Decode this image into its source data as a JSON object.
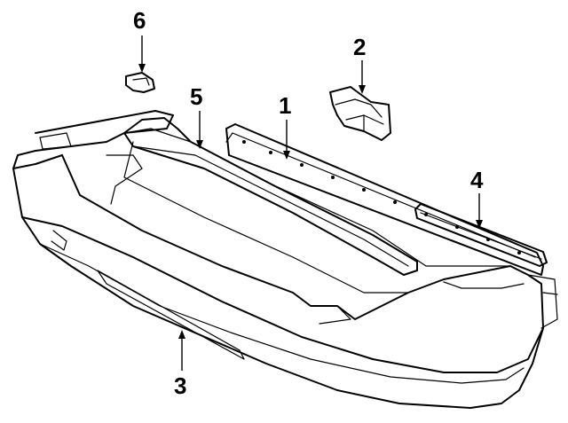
{
  "diagram": {
    "callouts": [
      {
        "id": "1",
        "label": "1"
      },
      {
        "id": "2",
        "label": "2"
      },
      {
        "id": "3",
        "label": "3"
      },
      {
        "id": "4",
        "label": "4"
      },
      {
        "id": "5",
        "label": "5"
      },
      {
        "id": "6",
        "label": "6"
      }
    ]
  },
  "colors": {
    "ink": "#000000",
    "paper": "#ffffff"
  }
}
